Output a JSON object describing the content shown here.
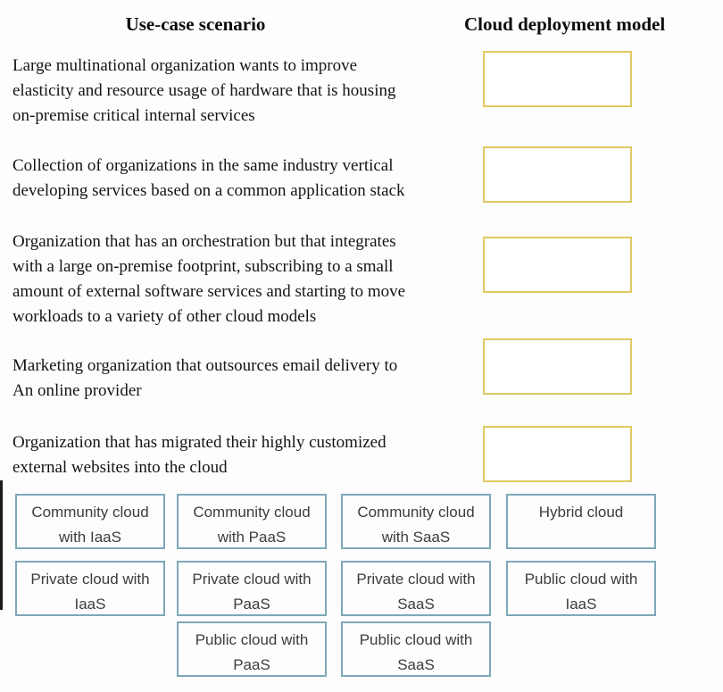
{
  "colors": {
    "drop_target_border": "#dfc963",
    "option_border": "#7ea8b8",
    "option_text": "#3d3d3d",
    "scenario_text": "#151515",
    "background": "#fdfdfd"
  },
  "headers": {
    "scenario_column": "Use-case scenario",
    "model_column": "Cloud deployment model"
  },
  "scenarios": [
    {
      "lines": [
        "Large multinational organization wants to improve",
        "elasticity and resource usage of hardware that is housing",
        "on-premise critical internal services"
      ]
    },
    {
      "lines": [
        "Collection of organizations in the same industry vertical",
        "developing services based on a common application stack"
      ]
    },
    {
      "lines": [
        "Organization that has an orchestration but that integrates",
        "with a large on-premise footprint, subscribing to a small",
        "amount of external software services and starting to move",
        "workloads to a variety of other cloud models"
      ]
    },
    {
      "lines": [
        "Marketing organization that outsources email delivery to",
        "An online provider"
      ]
    },
    {
      "lines": [
        "Organization that has migrated their highly customized",
        "external websites into the cloud"
      ]
    }
  ],
  "drop_targets": [
    {
      "value": ""
    },
    {
      "value": ""
    },
    {
      "value": ""
    },
    {
      "value": ""
    },
    {
      "value": ""
    }
  ],
  "options": [
    {
      "lines": [
        "Community cloud",
        "with IaaS"
      ]
    },
    {
      "lines": [
        "Community cloud",
        "with PaaS"
      ]
    },
    {
      "lines": [
        "Community cloud",
        "with SaaS"
      ]
    },
    {
      "lines": [
        "Hybrid cloud"
      ]
    },
    {
      "lines": [
        "Private cloud with",
        "IaaS"
      ]
    },
    {
      "lines": [
        "Private cloud with",
        "PaaS"
      ]
    },
    {
      "lines": [
        "Private cloud with",
        "SaaS"
      ]
    },
    {
      "lines": [
        "Public cloud with",
        "IaaS"
      ]
    },
    {
      "lines": [
        "Public cloud with",
        "PaaS"
      ]
    },
    {
      "lines": [
        "Public cloud with",
        "SaaS"
      ]
    }
  ]
}
